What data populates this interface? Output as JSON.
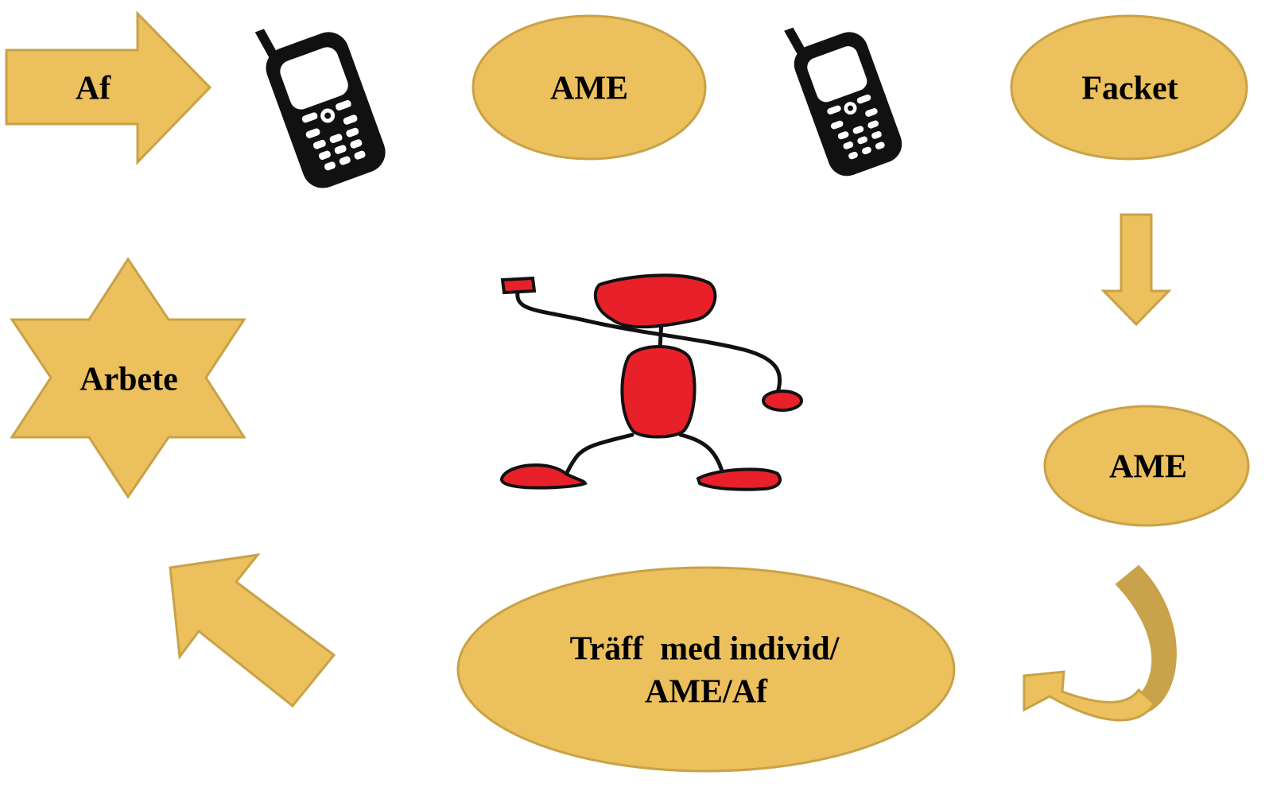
{
  "colors": {
    "shape_fill": "#EBC05D",
    "shape_stroke": "#C8A247",
    "curved_arrow_back": "#C9A24B",
    "figure_red": "#E8202A",
    "outline": "#111111"
  },
  "nodes": {
    "af": {
      "label": "Af",
      "shape": "right-arrow"
    },
    "ame_top": {
      "label": "AME",
      "shape": "ellipse"
    },
    "facket": {
      "label": "Facket",
      "shape": "ellipse"
    },
    "ame_right": {
      "label": "AME",
      "shape": "ellipse"
    },
    "traff": {
      "line1": "Träff  med individ/",
      "line2": "AME/Af",
      "shape": "ellipse"
    },
    "arbete": {
      "label": "Arbete",
      "shape": "six-point-star"
    }
  },
  "icons": {
    "phone_1": "mobile-phone-icon",
    "phone_2": "mobile-phone-icon",
    "figure": "stick-figure-illustration",
    "down_arrow": "down-arrow-icon",
    "curved_arrow": "curved-arrow-icon",
    "diagonal_arrow": "up-left-arrow-icon"
  }
}
